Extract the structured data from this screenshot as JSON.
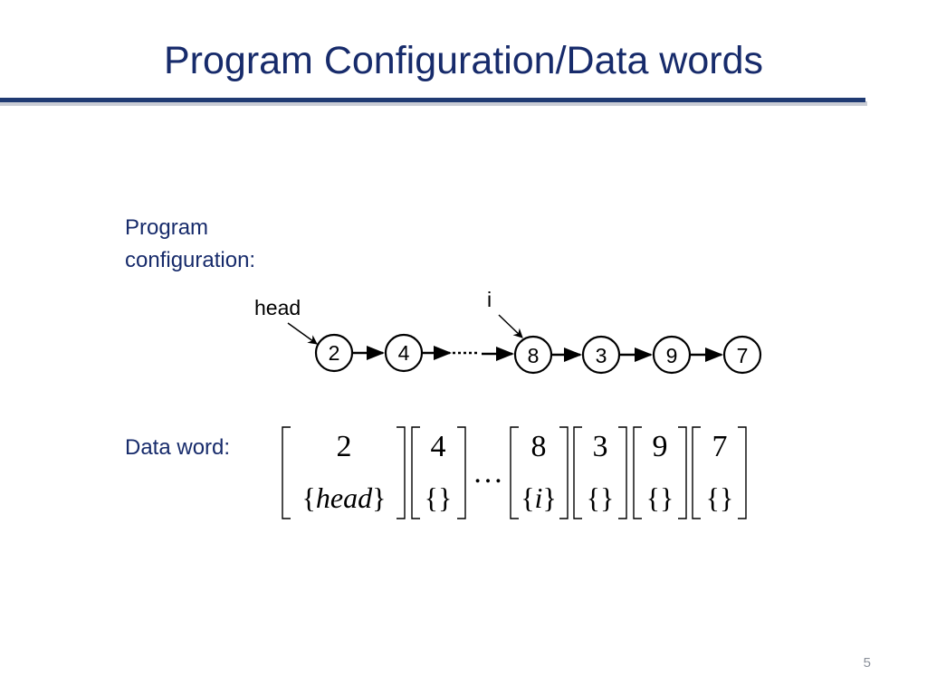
{
  "slide": {
    "title": "Program Configuration/Data words",
    "page_number": "5"
  },
  "program_configuration": {
    "label_line1": "Program",
    "label_line2": "configuration:",
    "nodes": [
      "2",
      "4",
      "8",
      "3",
      "9",
      "7"
    ],
    "pointers": [
      {
        "name": "head",
        "target_node": "2"
      },
      {
        "name": "i",
        "target_node": "8"
      }
    ]
  },
  "data_word": {
    "label": "Data word:",
    "ellipsis": "…",
    "letters": [
      {
        "value": "2",
        "set_open": "{",
        "set_content": "head",
        "set_close": "}"
      },
      {
        "value": "4",
        "set_open": "{",
        "set_content": "",
        "set_close": "}"
      },
      {
        "value": "8",
        "set_open": "{",
        "set_content": "i",
        "set_close": "}"
      },
      {
        "value": "3",
        "set_open": "{",
        "set_content": "",
        "set_close": "}"
      },
      {
        "value": "9",
        "set_open": "{",
        "set_content": "",
        "set_close": "}"
      },
      {
        "value": "7",
        "set_open": "{",
        "set_content": "",
        "set_close": "}"
      }
    ]
  }
}
